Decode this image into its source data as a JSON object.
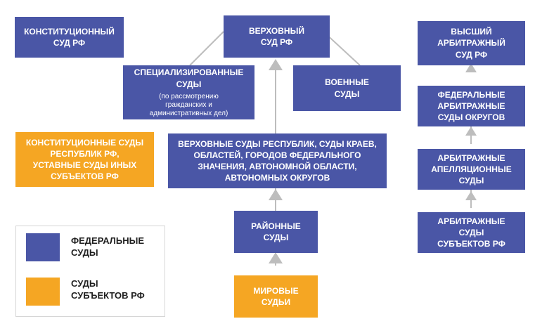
{
  "colors": {
    "federal": "#4a56a6",
    "regional": "#f5a623",
    "connector": "#bdbdbd"
  },
  "boxes": {
    "constitutional": "КОНСТИТУЦИОННЫЙ СУД РФ",
    "supreme": "ВЕРХОВНЫЙ СУД РФ",
    "specialized": "СПЕЦИАЛИЗИРОВАННЫЕ СУДЫ",
    "specialized_note": "(по рассмотрению гражданских и административных дел)",
    "military": "ВОЕННЫЕ СУДЫ",
    "regional_constitutional": "КОНСТИТУЦИОННЫЕ СУДЫ РЕСПУБЛИК РФ, УСТАВНЫЕ СУДЫ ИНЫХ СУБЪЕКТОВ РФ",
    "regional_supreme": "ВЕРХОВНЫЕ СУДЫ РЕСПУБЛИК, СУДЫ КРАЕВ, ОБЛАСТЕЙ, ГОРОДОВ ФЕДЕРАЛЬНОГО ЗНАЧЕНИЯ, АВТОНОМНОЙ ОБЛАСТИ, АВТОНОМНЫХ ОКРУГОВ",
    "district": "РАЙОННЫЕ СУДЫ",
    "magistrates": "МИРОВЫЕ СУДЬИ",
    "higher_arbitration": "ВЫСШИЙ АРБИТРАЖНЫЙ СУД РФ",
    "federal_arbitration": "ФЕДЕРАЛЬНЫЕ АРБИТРАЖНЫЕ СУДЫ ОКРУГОВ",
    "appeal_arbitration": "АРБИТРАЖНЫЕ АПЕЛЛЯЦИОННЫЕ СУДЫ",
    "subject_arbitration": "АРБИТРАЖНЫЕ СУДЫ СУБЪЕКТОВ РФ"
  },
  "legend": {
    "federal_label": "ФЕДЕРАЛЬНЫЕ СУДЫ",
    "regional_label": "СУДЫ СУБЪЕКТОВ РФ"
  }
}
